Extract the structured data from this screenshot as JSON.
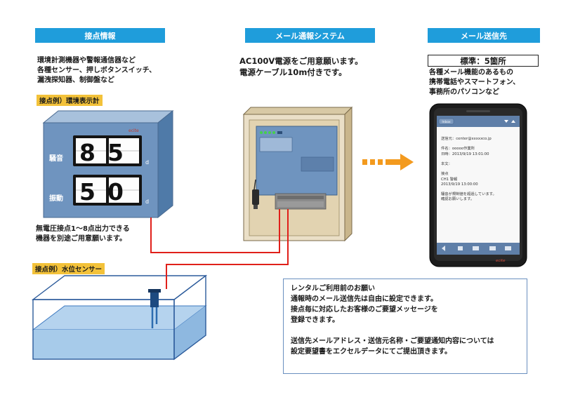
{
  "headers": {
    "contact": "接点情報",
    "system": "メール通報システム",
    "destination": "メール送信先"
  },
  "contact_info": {
    "lines": [
      "環境計測機器や警報通信器など",
      "各種センサー、押しボタンスイッチ、",
      "漏洩探知器、制御盤など"
    ],
    "example1_label": "接点例）環境表示計",
    "panel_brand": "ecite",
    "noise_label": "騒音",
    "noise_value": "85",
    "noise_unit": "d",
    "vibration_label": "振動",
    "vibration_value": "50",
    "vibration_unit": "d",
    "relay_note": [
      "無電圧接点1～8点出力できる",
      "機器を別途ご用意願います。"
    ],
    "example2_label": "接点例）水位センサー"
  },
  "system_info": {
    "lines": [
      "AC100V電源をご用意願います。",
      "電源ケーブル10m付きです。"
    ]
  },
  "destination_info": {
    "standard": "標準：5箇所",
    "lines": [
      "各種メール機能のあるもの",
      "携帯電話やスマートフォン、",
      "事務所のパソコンなど"
    ]
  },
  "phone": {
    "back_button": "Inbox",
    "email_lines": [
      "送信元：center@xxxxxco.jp",
      "",
      "件名：ooooo作業所",
      "日時：2013/9/19 13:01:00",
      "",
      "本文：",
      "",
      "接点",
      "CH1 警報",
      "2013/9/19 13:00:00",
      "",
      "騒音が規制値を超過しています。",
      "確認お願いします。"
    ],
    "brand": "ecite"
  },
  "notice": {
    "lines": [
      "レンタルご利用前のお願い",
      "通報時のメール送信先は自由に設定できます。",
      "接点毎に対応したお客様のご要望メッセージを",
      "登録できます。",
      "",
      "送信先メールアドレス・送信元名称・ご要望通知内容については",
      "設定要望書をエクセルデータにてご提出頂きます。"
    ]
  },
  "colors": {
    "header": "#1f9ddb",
    "wire": "#e0201a",
    "arrow": "#f39a1e",
    "tag": "#f3c23a",
    "panel": "#6f94bf",
    "cabinet": "#eadfc7"
  }
}
